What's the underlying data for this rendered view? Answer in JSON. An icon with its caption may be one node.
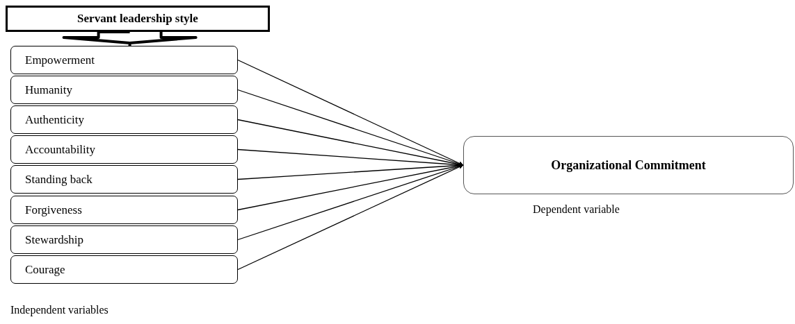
{
  "diagram": {
    "nodes": [
      {
        "text": [
          "Servant leadership style"
        ]
      },
      {
        "text": [
          "Empowerment"
        ]
      },
      {
        "text": [
          "Humanity"
        ]
      },
      {
        "text": [
          "Authenticity"
        ]
      },
      {
        "text": [
          "Accountability"
        ]
      },
      {
        "text": [
          "Standing back"
        ]
      },
      {
        "text": [
          "Forgiveness"
        ]
      },
      {
        "text": [
          "Stewardship"
        ]
      },
      {
        "text": [
          "Courage"
        ]
      },
      {
        "text": [
          "Organizational Commitment"
        ],
        "beside": [
          "Dependent variable"
        ]
      }
    ],
    "edges": [
      {
        "from": 0,
        "to": 1,
        "arrow": "to",
        "style": "thick"
      },
      {
        "from": 1,
        "to": 9,
        "arrow": "to"
      },
      {
        "from": 2,
        "to": 9,
        "arrow": "to"
      },
      {
        "from": 3,
        "to": 9,
        "arrow": "to"
      },
      {
        "from": 4,
        "to": 9,
        "arrow": "to"
      },
      {
        "from": 5,
        "to": 9,
        "arrow": "to"
      },
      {
        "from": 6,
        "to": 9,
        "arrow": "to"
      },
      {
        "from": 7,
        "to": 9,
        "arrow": "to"
      },
      {
        "from": 8,
        "to": 9,
        "arrow": "to"
      }
    ],
    "labels": [
      "Independent variables"
    ]
  }
}
